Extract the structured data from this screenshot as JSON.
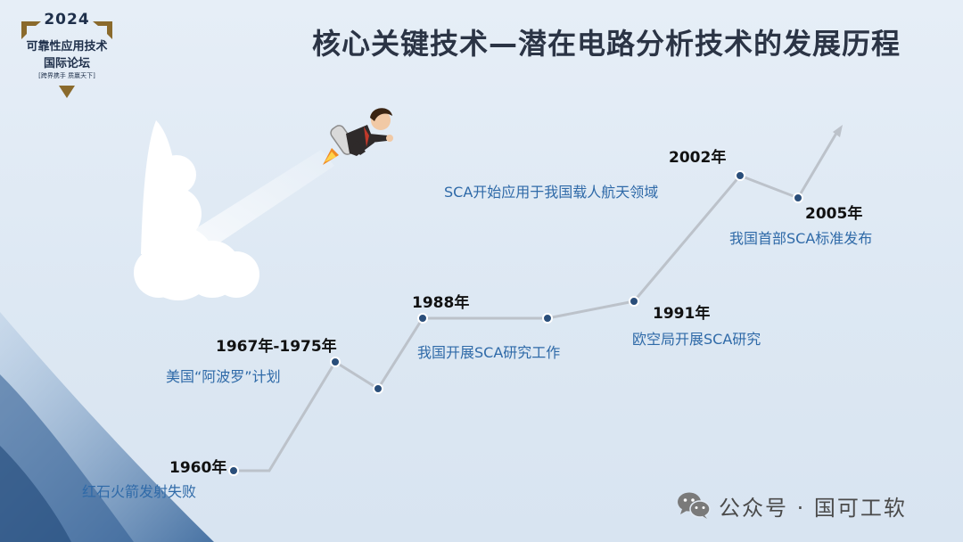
{
  "logo": {
    "year": "2024",
    "line1": "可靠性应用技术",
    "line2": "国际论坛",
    "tagline": "[跨界携手 质赢天下]",
    "color": "#8a6a2c"
  },
  "title": "核心关键技术—潜在电路分析技术的发展历程",
  "timeline": [
    {
      "year": "1960年",
      "event": "红石火箭发射失败"
    },
    {
      "year": "1967年-1975年",
      "event": "美国“阿波罗”计划"
    },
    {
      "year": "1988年",
      "event": "我国开展SCA研究工作"
    },
    {
      "year": "1991年",
      "event": "欧空局开展SCA研究"
    },
    {
      "year": "2002年",
      "event": "SCA开始应用于我国载人航天领域"
    },
    {
      "year": "2005年",
      "event": "我国首部SCA标准发布"
    }
  ],
  "watermark": {
    "text": "公众号 · 国可工软",
    "icon": "wechat-icon"
  },
  "colors": {
    "line": "#bcc2ca",
    "node": "#2a4e7a",
    "event_text": "#2f6aa8",
    "title": "#2b3445"
  }
}
